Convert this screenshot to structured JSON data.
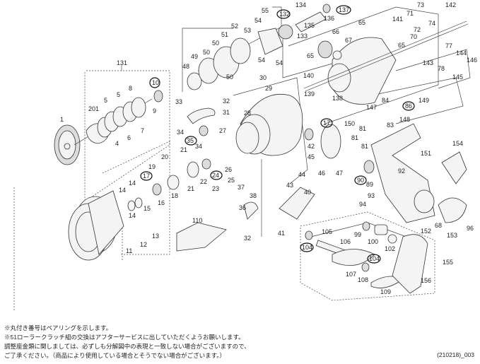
{
  "diagram": {
    "title": "Spinning reel exploded parts diagram",
    "parts": [
      {
        "no": "1"
      },
      {
        "no": "4"
      },
      {
        "no": "5"
      },
      {
        "no": "6"
      },
      {
        "no": "7"
      },
      {
        "no": "8"
      },
      {
        "no": "9"
      },
      {
        "no": "10",
        "bearing": true
      },
      {
        "no": "11"
      },
      {
        "no": "12"
      },
      {
        "no": "13"
      },
      {
        "no": "14"
      },
      {
        "no": "15"
      },
      {
        "no": "16"
      },
      {
        "no": "17",
        "bearing": true
      },
      {
        "no": "18"
      },
      {
        "no": "19"
      },
      {
        "no": "20"
      },
      {
        "no": "21"
      },
      {
        "no": "22"
      },
      {
        "no": "23"
      },
      {
        "no": "24",
        "bearing": true
      },
      {
        "no": "25"
      },
      {
        "no": "26"
      },
      {
        "no": "27"
      },
      {
        "no": "28"
      },
      {
        "no": "29"
      },
      {
        "no": "30"
      },
      {
        "no": "31"
      },
      {
        "no": "32"
      },
      {
        "no": "33"
      },
      {
        "no": "34"
      },
      {
        "no": "35",
        "bearing": true
      },
      {
        "no": "36"
      },
      {
        "no": "37"
      },
      {
        "no": "38"
      },
      {
        "no": "40"
      },
      {
        "no": "41"
      },
      {
        "no": "42"
      },
      {
        "no": "43"
      },
      {
        "no": "44"
      },
      {
        "no": "45"
      },
      {
        "no": "46"
      },
      {
        "no": "47"
      },
      {
        "no": "48"
      },
      {
        "no": "49"
      },
      {
        "no": "50"
      },
      {
        "no": "51"
      },
      {
        "no": "52"
      },
      {
        "no": "53"
      },
      {
        "no": "54"
      },
      {
        "no": "55"
      },
      {
        "no": "65"
      },
      {
        "no": "66"
      },
      {
        "no": "67"
      },
      {
        "no": "68"
      },
      {
        "no": "70"
      },
      {
        "no": "71"
      },
      {
        "no": "72"
      },
      {
        "no": "73"
      },
      {
        "no": "74"
      },
      {
        "no": "77"
      },
      {
        "no": "78"
      },
      {
        "no": "81"
      },
      {
        "no": "83"
      },
      {
        "no": "84"
      },
      {
        "no": "86",
        "bearing": true
      },
      {
        "no": "89"
      },
      {
        "no": "90",
        "bearing": true
      },
      {
        "no": "92"
      },
      {
        "no": "93"
      },
      {
        "no": "94"
      },
      {
        "no": "96"
      },
      {
        "no": "99"
      },
      {
        "no": "100"
      },
      {
        "no": "102"
      },
      {
        "no": "104",
        "bearing": true
      },
      {
        "no": "105"
      },
      {
        "no": "106"
      },
      {
        "no": "107"
      },
      {
        "no": "108"
      },
      {
        "no": "109"
      },
      {
        "no": "110"
      },
      {
        "no": "131"
      },
      {
        "no": "132",
        "bearing": true
      },
      {
        "no": "133"
      },
      {
        "no": "134"
      },
      {
        "no": "135"
      },
      {
        "no": "136"
      },
      {
        "no": "137",
        "bearing": true
      },
      {
        "no": "138"
      },
      {
        "no": "139"
      },
      {
        "no": "140"
      },
      {
        "no": "141"
      },
      {
        "no": "142"
      },
      {
        "no": "143"
      },
      {
        "no": "144"
      },
      {
        "no": "145"
      },
      {
        "no": "146"
      },
      {
        "no": "147"
      },
      {
        "no": "148"
      },
      {
        "no": "149"
      },
      {
        "no": "150"
      },
      {
        "no": "151"
      },
      {
        "no": "152"
      },
      {
        "no": "153"
      },
      {
        "no": "154"
      },
      {
        "no": "155"
      },
      {
        "no": "156"
      },
      {
        "no": "201"
      }
    ]
  },
  "labels": {
    "l131": "131",
    "l1": "1",
    "l201": "201",
    "l5a": "5",
    "l5b": "5",
    "l8": "8",
    "l10": "10",
    "l9": "9",
    "l7": "7",
    "l6": "6",
    "l4": "4",
    "l48": "48",
    "l49": "49",
    "l50a": "50",
    "l50b": "50",
    "l50c": "50",
    "l51": "51",
    "l52": "52",
    "l53": "53",
    "l54a": "54",
    "l54b": "54",
    "l54c": "54",
    "l55": "55",
    "l132": "132",
    "l133": "133",
    "l134": "134",
    "l135": "135",
    "l136": "136",
    "l137": "137",
    "l30": "30",
    "l29": "29",
    "l32a": "32",
    "l33": "33",
    "l31": "31",
    "l28": "28",
    "l27": "27",
    "l34a": "34",
    "l34b": "34",
    "l35": "35",
    "l20": "20",
    "l19": "19",
    "l21a": "21",
    "l21b": "21",
    "l22": "22",
    "l23": "23",
    "l24": "24",
    "l25": "25",
    "l26": "26",
    "l17a": "17",
    "l14a": "14",
    "l14b": "14",
    "l14c": "14",
    "l15": "15",
    "l16": "16",
    "l18": "18",
    "l13": "13",
    "l12": "12",
    "l11": "11",
    "l110": "110",
    "l37": "37",
    "l38": "38",
    "l36": "36",
    "l32b": "32",
    "l40": "40",
    "l41": "41",
    "l42": "42",
    "l43": "43",
    "l44": "44",
    "l45": "45",
    "l46": "46",
    "l47": "47",
    "l65a": "65",
    "l65b": "65",
    "l65c": "65",
    "l66": "66",
    "l67": "67",
    "l140": "140",
    "l139": "139",
    "l138": "138",
    "l141": "141",
    "l71": "71",
    "l73": "73",
    "l72": "72",
    "l74": "74",
    "l70": "70",
    "l142": "142",
    "l77": "77",
    "l143": "143",
    "l78": "78",
    "l144": "144",
    "l145": "145",
    "l146": "146",
    "l149": "149",
    "l86": "86",
    "l147": "147",
    "l84": "84",
    "l83": "83",
    "l148": "148",
    "l17b": "17",
    "l150": "150",
    "l81a": "81",
    "l81b": "81",
    "l81c": "81",
    "l90": "90",
    "l89": "89",
    "l92": "92",
    "l93": "93",
    "l94": "94",
    "l151": "151",
    "l154": "154",
    "l152": "152",
    "l68": "68",
    "l153": "153",
    "l96": "96",
    "l104a": "104",
    "l105": "105",
    "l106": "106",
    "l107": "107",
    "l104b": "104",
    "l108": "108",
    "l109": "109",
    "l99": "99",
    "l100": "100",
    "l102": "102",
    "l155": "155",
    "l156": "156"
  },
  "notes": {
    "line1": "※丸付き番号はベアリングを示します。",
    "line2": "※51ローラークラッチ組の交換はアフターサービスに出していただくようお願いします。",
    "line3": "調整座金類に関しましては、必ずしも分解図中の表現と一致しない場合がございますので、",
    "line4": "ご了承ください。（商品により使用している場合とそうでない場合がございます。）"
  },
  "code": "(210218)_003"
}
